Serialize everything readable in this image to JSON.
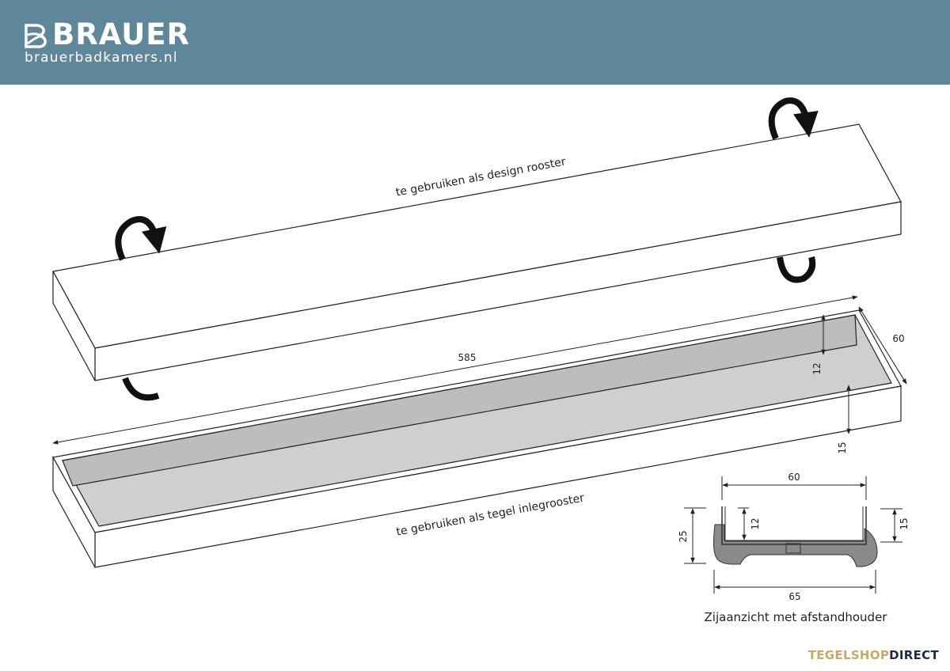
{
  "header": {
    "brand_name": "BRAUER",
    "brand_url": "brauerbadkamers.nl",
    "background_color": "#5f8799"
  },
  "diagram": {
    "label_top": "te gebruiken als design rooster",
    "label_bottom": "te gebruiken als tegel inlegrooster",
    "dims": {
      "length": "585",
      "width": "60",
      "inner_depth": "12",
      "height": "15"
    },
    "side_view": {
      "top_width": "60",
      "inner_depth": "12",
      "height_right": "15",
      "height_left": "25",
      "bottom_width": "65",
      "caption": "Zijaanzicht met afstandhouder"
    }
  },
  "footer": {
    "logo_part1": "TEGELSHOP",
    "logo_part2": "DIRECT",
    "color_part1": "#c6a964",
    "color_part2": "#1f2a44"
  }
}
